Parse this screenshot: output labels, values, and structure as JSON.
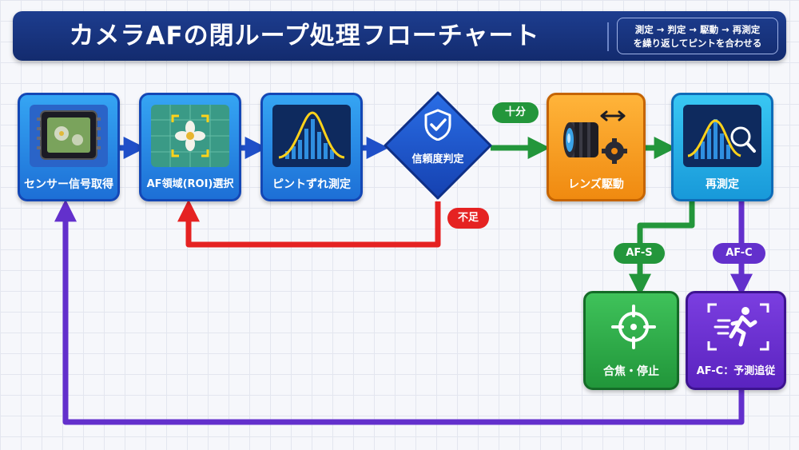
{
  "title": "カメラAFの閉ループ処理フローチャート",
  "subtitle": {
    "line1": "測定 → 判定 → 駆動 → 再測定",
    "line2": "を繰り返してピントを合わせる"
  },
  "nodes": {
    "sensor": "センサー信号取得",
    "roi": "AF領域(ROI)選択",
    "defocus": "ピントずれ測定",
    "decision": "信頼度判定",
    "lens": "レンズ駆動",
    "remeasure": "再測定",
    "stop": "合焦・停止",
    "track": "AF-C：予測追従"
  },
  "branches": {
    "enough": "十分",
    "insufficient": "不足",
    "afs": "AF-S",
    "afc": "AF-C"
  },
  "icons": [
    "sensor-chip-icon",
    "flower-focus-icon",
    "histogram-curve-icon",
    "shield-check-icon",
    "lens-gear-icon",
    "histogram-search-icon",
    "crosshair-icon",
    "running-person-icon"
  ],
  "colors": {
    "title_bg": "#1a3783",
    "node_blue": "#1d6fd6",
    "decision": "#1447b5",
    "lens_orange": "#f08a10",
    "remeasure_cyan": "#1899d9",
    "green": "#21963a",
    "purple": "#5a23bf",
    "red": "#e52222"
  }
}
